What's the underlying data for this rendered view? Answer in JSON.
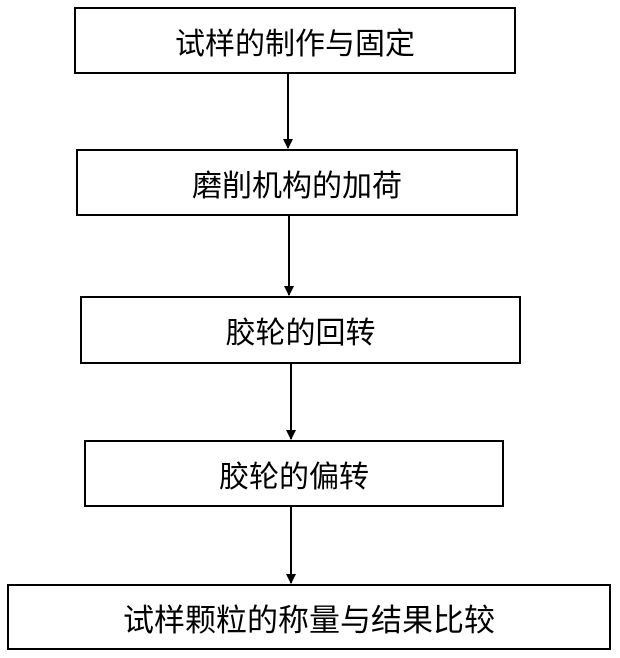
{
  "diagram": {
    "type": "flowchart",
    "direction": "top-to-bottom",
    "colors": {
      "stroke": "#000000",
      "fill": "#ffffff",
      "text": "#000000"
    },
    "steps": [
      {
        "label": "试样的制作与固定"
      },
      {
        "label": "磨削机构的加荷"
      },
      {
        "label": "胶轮的回转"
      },
      {
        "label": "胶轮的偏转"
      },
      {
        "label": "试样颗粒的称量与结果比较"
      }
    ],
    "edges": [
      {
        "from": 1,
        "to": 2
      },
      {
        "from": 2,
        "to": 3
      },
      {
        "from": 3,
        "to": 4
      },
      {
        "from": 4,
        "to": 5
      }
    ]
  }
}
